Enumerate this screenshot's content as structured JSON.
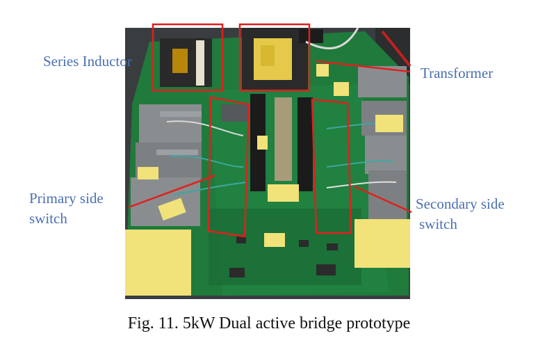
{
  "labels": {
    "series_inductor": "Series Inductor",
    "transformer": "Transformer",
    "primary_line1": "Primary side",
    "primary_line2": "switch",
    "secondary_line1": "Secondary side",
    "secondary_line2": "switch"
  },
  "caption": "Fig. 11. 5kW Dual active bridge prototype",
  "colors": {
    "annotation_red": "#e0201e",
    "label_blue": "#4a6fb0",
    "pcb_green": "#1f7a3c",
    "tape_yellow": "#f1e27a",
    "heatsink_gray": "#8a8d90"
  }
}
